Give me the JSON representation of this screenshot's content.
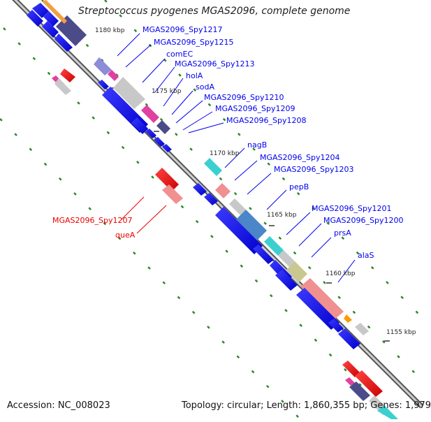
{
  "header": {
    "title": "Streptococcus pyogenes MGAS2096, complete genome"
  },
  "footer": {
    "accession": "Accession: NC_008023",
    "summary": "Topology: circular; Length: 1,860,355 bp; Genes: 1,979"
  },
  "ticks": [
    "1180 kbp",
    "1175 kbp",
    "1170 kbp",
    "1165 kbp",
    "1160 kbp",
    "1155 kbp"
  ],
  "gene_labels": [
    "MGAS2096_Spy1217",
    "MGAS2096_Spy1215",
    "comEC",
    "MGAS2096_Spy1213",
    "holA",
    "sodA",
    "MGAS2096_Spy1210",
    "MGAS2096_Spy1209",
    "MGAS2096_Spy1208",
    "nagB",
    "MGAS2096_Spy1204",
    "MGAS2096_Spy1203",
    "pepB",
    "MGAS2096_Spy1201",
    "MGAS2096_Spy1200",
    "prsA",
    "alaS",
    "MGAS2096_Spy1207",
    "queA"
  ],
  "colors": {
    "forward_cds": "#0000ee",
    "reverse_cds": "#ee0000",
    "backbone": "#999999",
    "tick_green": "#2a8a2a"
  }
}
